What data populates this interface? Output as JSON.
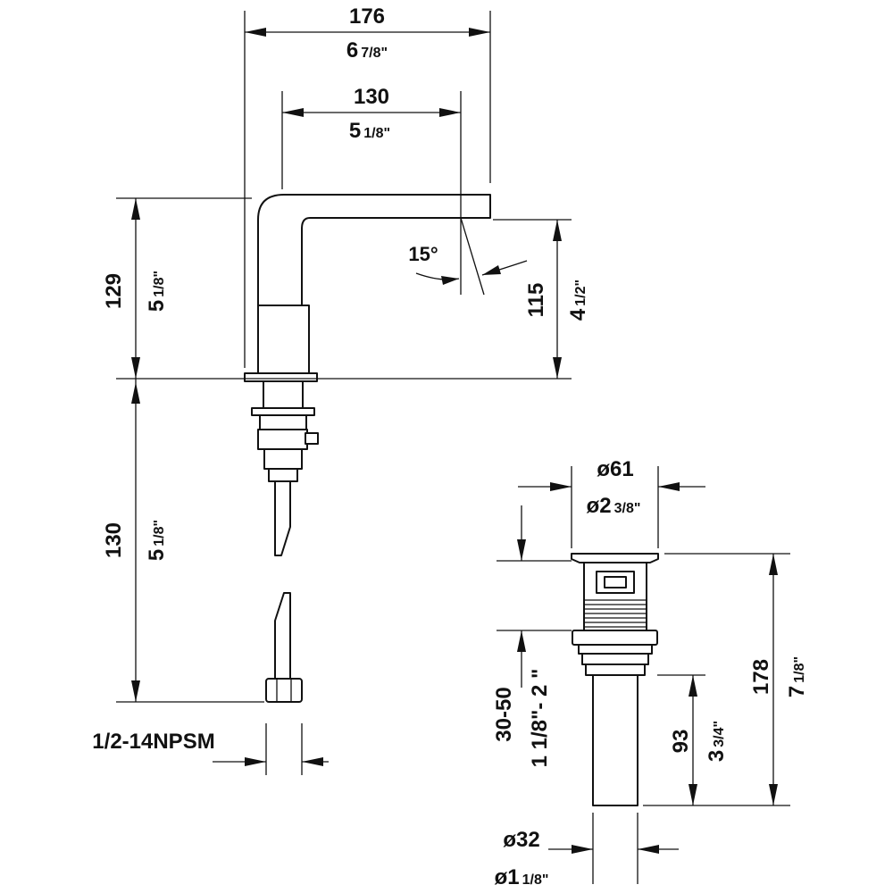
{
  "faucet": {
    "width": {
      "mm": "176",
      "in_whole": "6",
      "in_frac": "7/8\""
    },
    "spout_reach": {
      "mm": "130",
      "in_whole": "5",
      "in_frac": "1/8\""
    },
    "height_total": {
      "mm": "129",
      "in_whole": "5",
      "in_frac": "1/8\""
    },
    "spout_height": {
      "mm": "115",
      "in_whole": "4",
      "in_frac": "1/2\""
    },
    "angle": "15°",
    "shank_length": {
      "mm": "130",
      "in_whole": "5",
      "in_frac": "1/8\""
    },
    "connection": "1/2-14NPSM"
  },
  "drain": {
    "flange_dia": {
      "mm": "ø61",
      "in_whole": "ø2",
      "in_frac": "3/8\""
    },
    "overall": {
      "mm": "178",
      "in_whole": "7",
      "in_frac": "1/8\""
    },
    "thickness": {
      "mm": "30-50",
      "in": "1 1/8\"- 2 \""
    },
    "tail": {
      "mm": "93",
      "in_whole": "3",
      "in_frac": "3/4\""
    },
    "tail_dia": {
      "mm": "ø32",
      "in_whole": "ø1",
      "in_frac": "1/8\""
    }
  }
}
